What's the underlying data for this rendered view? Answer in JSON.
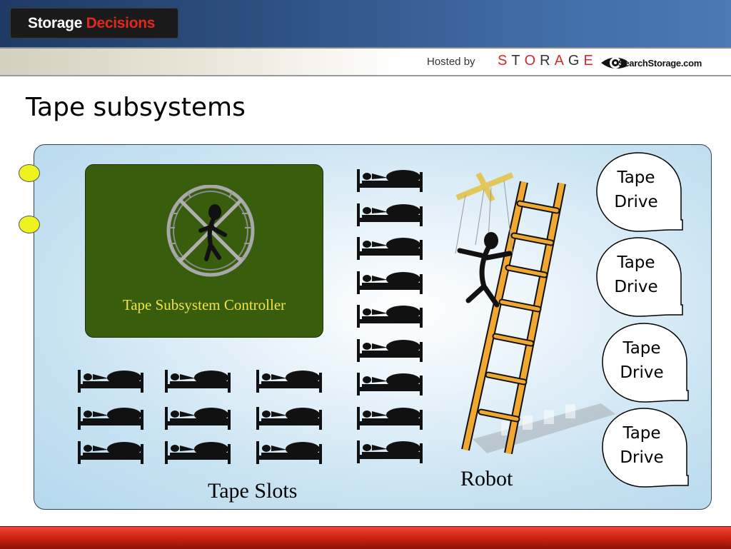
{
  "header": {
    "brand_part1": "Storage",
    "brand_part2": "Decisions",
    "hosted_by": "Hosted by",
    "sponsor_letters": [
      "S",
      "T",
      "O",
      "R",
      "A",
      "G",
      "E"
    ],
    "partner_logo": "SearchStorage.com"
  },
  "slide": {
    "title": "Tape subsystems",
    "controller_label": "Tape Subsystem Controller",
    "slots_label": "Tape Slots",
    "robot_label": "Robot",
    "drives": [
      {
        "line1": "Tape",
        "line2": "Drive"
      },
      {
        "line1": "Tape",
        "line2": "Drive"
      },
      {
        "line1": "Tape",
        "line2": "Drive"
      },
      {
        "line1": "Tape",
        "line2": "Drive"
      }
    ]
  },
  "colors": {
    "header_blue": "#2d4f80",
    "brand_red": "#e0281e",
    "controller_green": "#385d0d",
    "controller_text": "#f4e24a",
    "bullet_yellow": "#eef21e",
    "ladder_orange": "#f0a830",
    "footer_red": "#c81e10"
  },
  "icons": {
    "controller": "hamster-wheel-runner-icon",
    "slot": "bed-sleeper-icon",
    "robot": "marionette-figure-icon",
    "robot_ladder": "ladder-icon"
  }
}
